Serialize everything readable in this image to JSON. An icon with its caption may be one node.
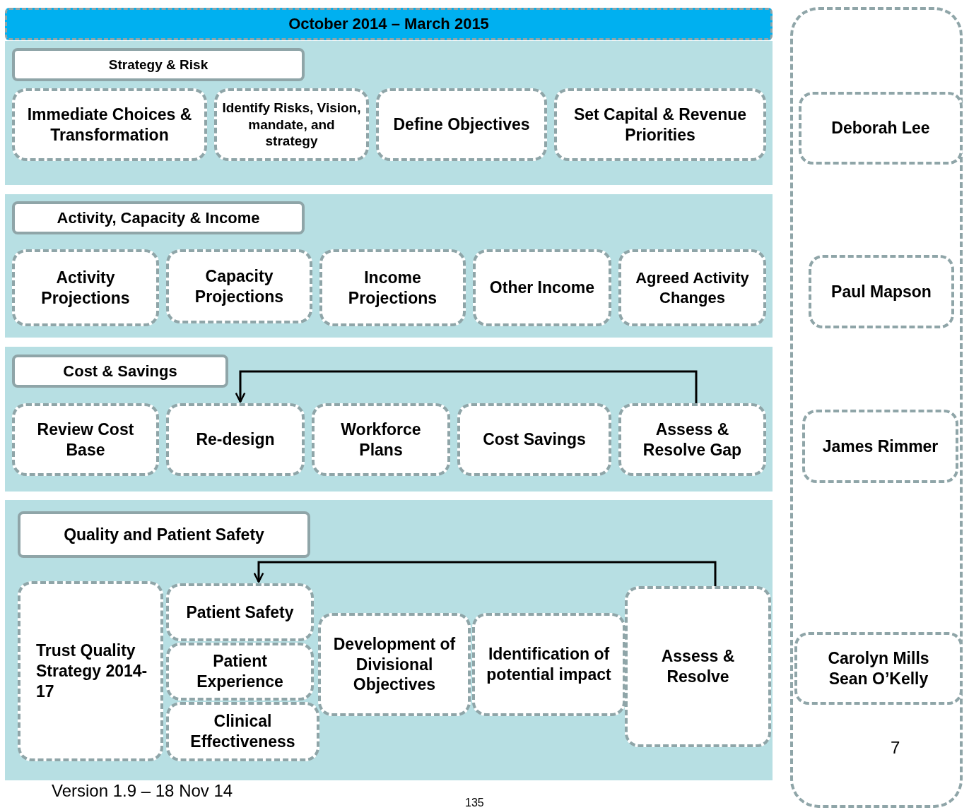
{
  "diagram": {
    "title": "October 2014 – March 2015",
    "nodes": [
      {
        "text": [],
        "shape": "band"
      },
      {
        "text": [
          "Strategy & Risk"
        ],
        "in": 0
      },
      {
        "text": [
          "Immediate Choices & Transformation"
        ],
        "in": 0
      },
      {
        "text": [
          "Identify Risks, Vision, mandate, and strategy"
        ],
        "in": 0
      },
      {
        "text": [
          "Define Objectives"
        ],
        "in": 0
      },
      {
        "text": [
          "Set Capital & Revenue Priorities"
        ],
        "in": 0
      },
      {
        "text": [],
        "shape": "band"
      },
      {
        "text": [
          "Activity, Capacity & Income"
        ],
        "in": 6
      },
      {
        "text": [
          "Activity Projections"
        ],
        "in": 6
      },
      {
        "text": [
          "Capacity Projections"
        ],
        "in": 6
      },
      {
        "text": [
          "Income Projections"
        ],
        "in": 6
      },
      {
        "text": [
          "Other Income"
        ],
        "in": 6
      },
      {
        "text": [
          "Agreed Activity Changes"
        ],
        "in": 6
      },
      {
        "text": [],
        "shape": "band"
      },
      {
        "text": [
          "Cost & Savings"
        ],
        "in": 13
      },
      {
        "text": [
          "Review Cost Base"
        ],
        "in": 13
      },
      {
        "text": [
          "Re-design"
        ],
        "in": 13
      },
      {
        "text": [
          "Workforce Plans"
        ],
        "in": 13
      },
      {
        "text": [
          "Cost Savings"
        ],
        "in": 13
      },
      {
        "text": [
          "Assess & Resolve Gap"
        ],
        "in": 13
      },
      {
        "text": [],
        "shape": "band"
      },
      {
        "text": [
          "Quality and Patient Safety"
        ],
        "in": 20
      },
      {
        "text": [
          "Trust Quality Strategy 2014-17"
        ],
        "in": 20
      },
      {
        "text": [
          "Patient Safety"
        ],
        "in": 20
      },
      {
        "text": [
          "Patient Experience"
        ],
        "in": 20
      },
      {
        "text": [
          "Clinical Effectiveness"
        ],
        "in": 20
      },
      {
        "text": [
          "Development of Divisional Objectives"
        ],
        "in": 20
      },
      {
        "text": [
          "Identification of potential impact"
        ],
        "in": 20
      },
      {
        "text": [
          "Assess & Resolve"
        ],
        "in": 20
      },
      {
        "text": [],
        "shape": "box"
      },
      {
        "text": [
          "Deborah Lee"
        ],
        "in": 29
      },
      {
        "text": [
          "Paul Mapson"
        ],
        "in": 29
      },
      {
        "text": [
          "James Rimmer"
        ],
        "in": 29
      },
      {
        "text": [
          "Carolyn Mills",
          "Sean O’Kelly"
        ],
        "in": 29
      }
    ],
    "edges": [
      {
        "from": 19,
        "to": 16,
        "arrow": "to"
      },
      {
        "from": 28,
        "to": 23,
        "arrow": "to"
      }
    ],
    "labels": [
      "7",
      "Version 1.9 – 18 Nov 14",
      "135"
    ]
  }
}
